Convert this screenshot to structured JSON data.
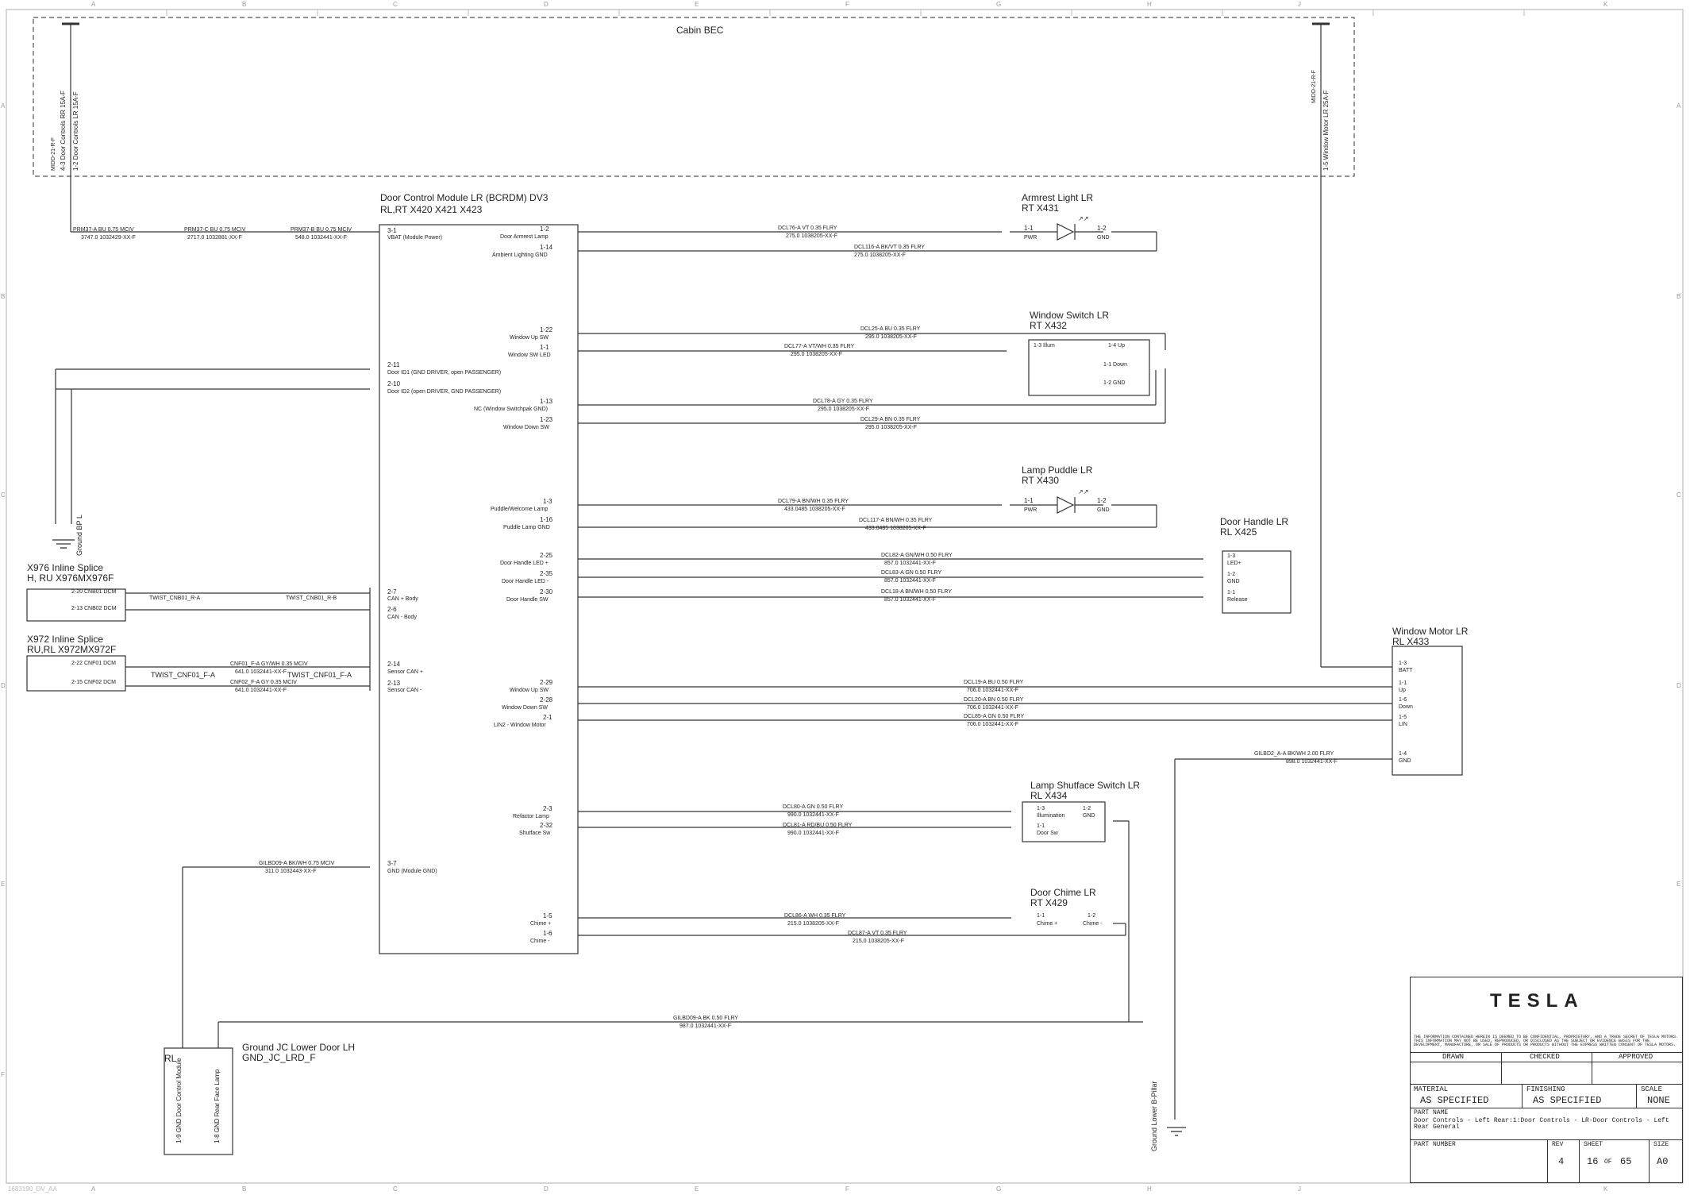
{
  "grid": {
    "cols": [
      "A",
      "B",
      "C",
      "D",
      "E",
      "F",
      "G",
      "H",
      "J",
      "K"
    ],
    "rows": [
      "A",
      "B",
      "C",
      "D",
      "E",
      "F"
    ]
  },
  "cabin_bec": {
    "title": "Cabin BEC",
    "fuse_left_1": "4-3  Door Controls RR 15A-F",
    "fuse_left_1_id": "MIDD-21-R-F",
    "fuse_left_2": "1-2  Door Controls LR 15A-F",
    "fuse_right": "1-5  Window Motor LR 25A-F",
    "fuse_right_id": "MIDD-21-R-F"
  },
  "module": {
    "title": "Door Control Module LR (BCRDM) DV3",
    "subtitle": "RL,RT       X420    X421    X423",
    "left_pins": [
      {
        "pin": "3-1",
        "name": "VBAT (Module Power)"
      },
      {
        "pin": "2-11",
        "name": "Door ID1 (GND DRIVER, open PASSENGER)"
      },
      {
        "pin": "2-10",
        "name": "Door ID2 (open DRIVER, GND PASSENGER)"
      },
      {
        "pin": "2-7",
        "name": "CAN + Body"
      },
      {
        "pin": "2-6",
        "name": "CAN - Body"
      },
      {
        "pin": "2-14",
        "name": "Sensor CAN +"
      },
      {
        "pin": "2-13",
        "name": "Sensor CAN -"
      },
      {
        "pin": "3-7",
        "name": "GND (Module GND)"
      }
    ],
    "right_pins": [
      {
        "pin": "1-2",
        "name": "Door Armrest Lamp"
      },
      {
        "pin": "1-14",
        "name": "Ambient Lighting GND"
      },
      {
        "pin": "1-22",
        "name": "Window Up SW"
      },
      {
        "pin": "1-1",
        "name": "Window SW LED"
      },
      {
        "pin": "1-13",
        "name": "NC (Window Switchpak GND)"
      },
      {
        "pin": "1-23",
        "name": "Window Down SW"
      },
      {
        "pin": "1-3",
        "name": "Puddle/Welcome Lamp"
      },
      {
        "pin": "1-16",
        "name": "Puddle Lamp GND"
      },
      {
        "pin": "2-25",
        "name": "Door Handle LED +"
      },
      {
        "pin": "2-35",
        "name": "Door Handle LED -"
      },
      {
        "pin": "2-30",
        "name": "Door Handle SW"
      },
      {
        "pin": "2-29",
        "name": "Window Up SW"
      },
      {
        "pin": "2-28",
        "name": "Window Down SW"
      },
      {
        "pin": "2-1",
        "name": "LIN2 - Window Motor"
      },
      {
        "pin": "2-3",
        "name": "Refactor Lamp"
      },
      {
        "pin": "2-32",
        "name": "Shutface Sw"
      },
      {
        "pin": "1-5",
        "name": "Chime +"
      },
      {
        "pin": "1-6",
        "name": "Chime -"
      }
    ]
  },
  "wires": [
    {
      "id": "DCL76-A   VT   0.35   FLRY",
      "part": "275.0    1038205-XX-F"
    },
    {
      "id": "DCL116-A   BK/VT   0.35   FLRY",
      "part": "275.0    1038205-XX-F"
    },
    {
      "id": "DCL25-A   BU   0.35   FLRY",
      "part": "295.0    1038205-XX-F"
    },
    {
      "id": "DCL77-A   VT/WH   0.35   FLRY",
      "part": "295.0    1038205-XX-F"
    },
    {
      "id": "DCL78-A   GY   0.35   FLRY",
      "part": "295.0    1038205-XX-F"
    },
    {
      "id": "DCL29-A   BN   0.35   FLRY",
      "part": "295.0    1038205-XX-F"
    },
    {
      "id": "DCL79-A   BN/WH   0.35   FLRY",
      "part": "433.0485    1038205-XX-F"
    },
    {
      "id": "DCL117-A   BN/WH   0.35   FLRY",
      "part": "433.0485    1038205-XX-F"
    },
    {
      "id": "DCL82-A   GN/WH   0.50   FLRY",
      "part": "857.0    1032441-XX-F"
    },
    {
      "id": "DCL83-A   GN   0.50   FLRY",
      "part": "857.0    1032441-XX-F"
    },
    {
      "id": "DCL18-A   BN/WH   0.50   FLRY",
      "part": "857.0    1032441-XX-F"
    },
    {
      "id": "DCL19-A   BU   0.50   FLRY",
      "part": "706.0    1032441-XX-F"
    },
    {
      "id": "DCL20-A   BN   0.50   FLRY",
      "part": "706.0    1032441-XX-F"
    },
    {
      "id": "DCL85-A   GN   0.50   FLRY",
      "part": "706.0    1032441-XX-F"
    },
    {
      "id": "DCL80-A   GN   0.50   FLRY",
      "part": "990.0    1032441-XX-F"
    },
    {
      "id": "DCL81-A   RD/BU   0.50   FLRY",
      "part": "990.0    1032441-XX-F"
    },
    {
      "id": "DCL86-A   WH   0.35   FLRY",
      "part": "215.0    1038205-XX-F"
    },
    {
      "id": "DCL87-A   VT   0.35   FLRY",
      "part": "215.0    1038205-XX-F"
    },
    {
      "id": "GILBD09-A   BK/WH   0.75   MCIV",
      "part": "311.0    1032443-XX-F"
    },
    {
      "id": "GILBD09-A   BK   0.50   FLRY",
      "part": "987.0    1032441-XX-F"
    },
    {
      "id": "GILBD2_A-A   BK/WH   2.00   FLRY",
      "part": "898.0    1032441-XX-F"
    },
    {
      "id": "CNF01_F-A   GY/WH   0.35   MCIV",
      "part": "641.0    1032441-XX-F"
    },
    {
      "id": "CNF02_F-A   GY   0.35   MCIV",
      "part": "641.0    1032441-XX-F"
    },
    {
      "id": "PRM37-A   BU   0.75   MCIV",
      "part": "3747.0    1032429-XX-F"
    },
    {
      "id": "PRM37-C   BU   0.75   MCIV",
      "part": "2717.0    1032881-XX-F"
    },
    {
      "id": "PRM37-B   BU   0.75   MCIV",
      "part": "548.0    1032441-XX-F"
    }
  ],
  "components": {
    "armrest": {
      "title": "Armrest Light LR",
      "sub": "RT       X431",
      "p1": "1-1",
      "p1n": "PWR",
      "p2": "1-2",
      "p2n": "GND"
    },
    "winswitch": {
      "title": "Window Switch LR",
      "sub": "RT       X432",
      "pins": [
        "1-3 Illum",
        "1-4 Up",
        "1-1 Down",
        "1-2 GND"
      ]
    },
    "puddle": {
      "title": "Lamp Puddle LR",
      "sub": "RT       X430",
      "p1": "1-1",
      "p1n": "PWR",
      "p2": "1-2",
      "p2n": "GND"
    },
    "handle": {
      "title": "Door Handle LR",
      "sub": "RL       X425",
      "pins": [
        "1-3",
        "LED+",
        "1-2",
        "GND",
        "1-1",
        "Release"
      ]
    },
    "winmotor": {
      "title": "Window Motor LR",
      "sub": "RL       X433",
      "pins": [
        "1-3",
        "BATT",
        "1-1",
        "Up",
        "1-6",
        "Down",
        "1-5",
        "LIN",
        "1-4",
        "GND"
      ]
    },
    "shutface": {
      "title": "Lamp Shutface Switch LR",
      "sub": "RL       X434",
      "pins": [
        "1-3",
        "Illumination",
        "1-2",
        "GND",
        "1-1",
        "Door Sw"
      ]
    },
    "chime": {
      "title": "Door Chime LR",
      "sub": "RT       X429",
      "pins": [
        "1-1",
        "Chime +",
        "1-2",
        "Chime -"
      ]
    },
    "splice976": {
      "title": "X976 Inline Splice",
      "sub": "H, RU      X976MX976F",
      "rows": [
        "2-20  CNB01 DCM",
        "2-13  CNB02 DCM"
      ]
    },
    "splice972": {
      "title": "X972 Inline Splice",
      "sub": "RU,RL     X972MX972F",
      "rows": [
        "2-22  CNF01 DCM",
        "2-15  CNF02 DCM"
      ]
    },
    "twist1": "TWIST_CNB01_R-A",
    "twist2": "TWIST_CNB01_R-B",
    "twist3": "TWIST_CNF01_F-A",
    "twist4": "TWIST_CNF01_F-A",
    "ground_jc": {
      "title": "Ground JC Lower Door LH",
      "sub": "GND_JC_LRD_F",
      "rl": "RL",
      "p1": "1-9   GND  Door Control Module",
      "p2": "1-8   GND  Rear Face Lamp"
    },
    "ground_bp": "Ground BP L",
    "ground_lower": "Ground Lower B-Pillar"
  },
  "title_block": {
    "brand": "TESLA",
    "notice": "THE INFORMATION CONTAINED HEREIN IS DEEMED TO BE CONFIDENTIAL, PROPRIETARY, AND A TRADE SECRET OF TESLA MOTORS. THIS INFORMATION MAY NOT BE USED, REPRODUCED, OR DISCLOSED AS THE SUBJECT OR EVIDENCE BASIS FOR THE DEVELOPMENT, MANUFACTURE, OR SALE OF PRODUCTS OR PRODUCTS WITHOUT THE EXPRESS WRITTEN CONSENT OF TESLA MOTORS.",
    "drawn": "DRAWN",
    "checked": "CHECKED",
    "approved": "APPROVED",
    "material_label": "MATERIAL",
    "material": "AS SPECIFIED",
    "finishing_label": "FINISHING",
    "finishing": "AS SPECIFIED",
    "scale_label": "SCALE",
    "scale": "NONE",
    "part_name_label": "PART NAME",
    "part_name": "Door Controls - Left Rear:1:Door Controls - LR-Door Controls - Left Rear General",
    "part_number_label": "PART NUMBER",
    "rev_label": "REV",
    "rev": "4",
    "sheet_label": "SHEET",
    "sheet": "16",
    "of": "OF",
    "total": "65",
    "size_label": "SIZE",
    "size": "A0"
  },
  "footer_id": "1683190_DV_AA"
}
